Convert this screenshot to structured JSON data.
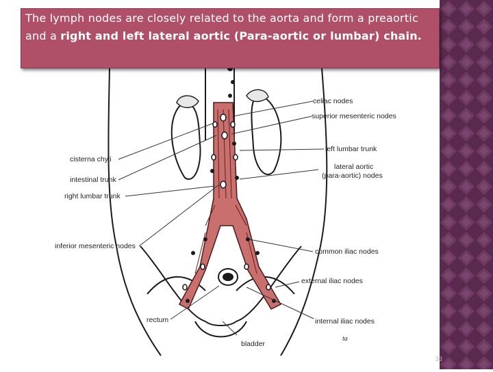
{
  "caption": {
    "part1": "The lymph nodes are closely related to the aorta and form a preaortic and a ",
    "bold": "right and left lateral aortic (Para-aortic or lumbar) chain."
  },
  "labels": {
    "celiac_nodes": "celiac nodes",
    "superior_mesenteric_nodes": "superior mesenteric nodes",
    "left_lumbar_trunk": "left lumbar trunk",
    "lateral_aortic_line1": "lateral aortic",
    "lateral_aortic_line2": "(para-aortic) nodes",
    "cisterna_chyli": "cisterna chyli",
    "intestinal_trunk": "intestinal trunk",
    "right_lumbar_trunk": "right lumbar trunk",
    "inferior_mesenteric_nodes": "inferior mesenteric nodes",
    "common_iliac_nodes": "common iliac nodes",
    "external_iliac_nodes": "external iliac nodes",
    "internal_iliac_nodes": "internal iliac nodes",
    "rectum": "rectum",
    "bladder": "bladder"
  },
  "artist_mark": "ta",
  "page_number": "33",
  "colors": {
    "caption_bg": "#b05068",
    "sidebar": "#5a2a4e",
    "vessel": "#c9706e"
  }
}
